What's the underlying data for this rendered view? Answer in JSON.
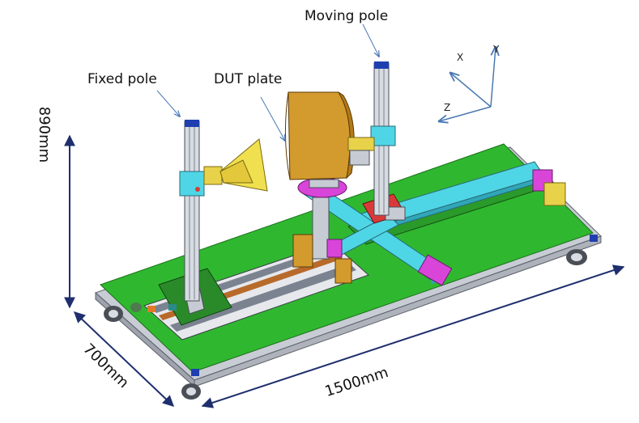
{
  "labels": {
    "moving_pole": "Moving pole",
    "fixed_pole": "Fixed pole",
    "dut_plate": "DUT plate"
  },
  "dimensions": {
    "height": "890mm",
    "width": "700mm",
    "length": "1500mm"
  },
  "axes": {
    "x": "X",
    "y": "Y",
    "z": "Z"
  },
  "colors": {
    "base_green": "#2fb82f",
    "frame_gray": "#c8ccd4",
    "rail_cyan": "#4fd6e6",
    "motor_magenta": "#d845d8",
    "motor_yellow": "#e8d24a",
    "dut_orange": "#d39a2e",
    "axis_arrow": "#4a78b4",
    "dim_arrow": "#1f2f6e",
    "red_block": "#d83a3a"
  }
}
